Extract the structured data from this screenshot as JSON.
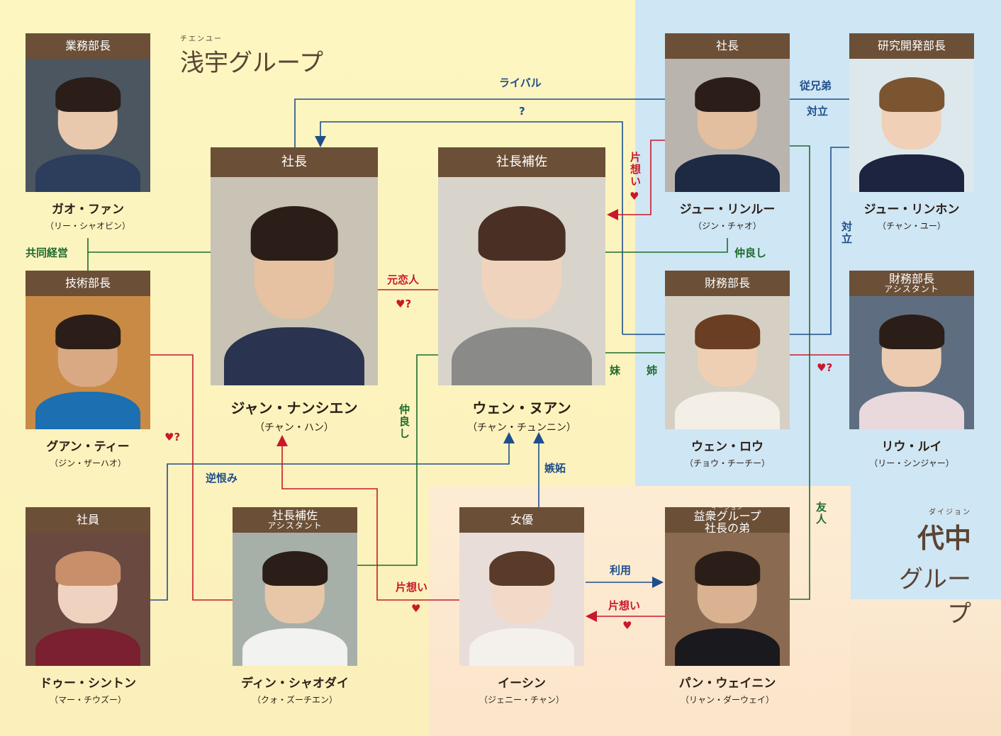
{
  "groups": {
    "left": {
      "ruby": "チエンユー",
      "name": "浅宇グループ"
    },
    "right": {
      "ruby": "ダイジョン",
      "name1": "代中",
      "name2": "グループ"
    }
  },
  "characters": [
    {
      "id": "gao",
      "role": "業務部長",
      "name": "ガオ・ファン",
      "actor": "（リー・シャオビン）"
    },
    {
      "id": "guan",
      "role": "技術部長",
      "name": "グアン・ティー",
      "actor": "（ジン・ザーハオ）"
    },
    {
      "id": "du",
      "role": "社員",
      "name": "ドゥー・シントン",
      "actor": "（マー・チウズー）"
    },
    {
      "id": "jiang",
      "role": "社長",
      "name": "ジャン・ナンシエン",
      "actor": "（チャン・ハン）"
    },
    {
      "id": "wen",
      "role": "社長補佐",
      "name": "ウェン・ヌアン",
      "actor": "（チャン・チュンニン）"
    },
    {
      "id": "ding",
      "role": "社長補佐",
      "role2": "アシスタント",
      "name": "ディン・シャオダイ",
      "actor": "（クォ・ズーチエン）"
    },
    {
      "id": "yi",
      "role": "女優",
      "name": "イーシン",
      "actor": "（ジェニー・チャン）"
    },
    {
      "id": "pan",
      "role_ruby": "イージョン",
      "role": "益衆グループ",
      "role2": "社長の弟",
      "name": "パン・ウェイニン",
      "actor": "（リャン・ダーウェイ）"
    },
    {
      "id": "zhu",
      "role": "社長",
      "name": "ジュー・リンルー",
      "actor": "（ジン・チャオ）"
    },
    {
      "id": "zhuh",
      "role": "研究開発部長",
      "name": "ジュー・リンホン",
      "actor": "（チャン・ユー）"
    },
    {
      "id": "wenrou",
      "role": "財務部長",
      "name": "ウェン・ロウ",
      "actor": "（チョウ・チーチー）"
    },
    {
      "id": "liu",
      "role": "財務部長",
      "role2": "アシスタント",
      "name": "リウ・ルイ",
      "actor": "（リー・シンジャー）"
    }
  ],
  "relations": {
    "rival": "ライバル",
    "question": "?",
    "cousin": "従兄弟",
    "oppose1": "対立",
    "oppose2": "対立",
    "crush1": "片想い",
    "heart": "♥",
    "cofound": "共同経営",
    "friendly1": "仲良し",
    "friendly2": "仲良し",
    "ex": "元恋人",
    "heartq": "♥?",
    "younger_sister": "妹",
    "older_sister": "姉",
    "grudge": "逆恨み",
    "jealousy": "嫉妬",
    "crush2": "片想い",
    "use": "利用",
    "crush3": "片想い",
    "friend": "友人"
  },
  "colors": {
    "blue": "#1f4e8c",
    "red": "#c8182a",
    "green": "#1e6b2d",
    "role_bg": "#6b4f37"
  }
}
